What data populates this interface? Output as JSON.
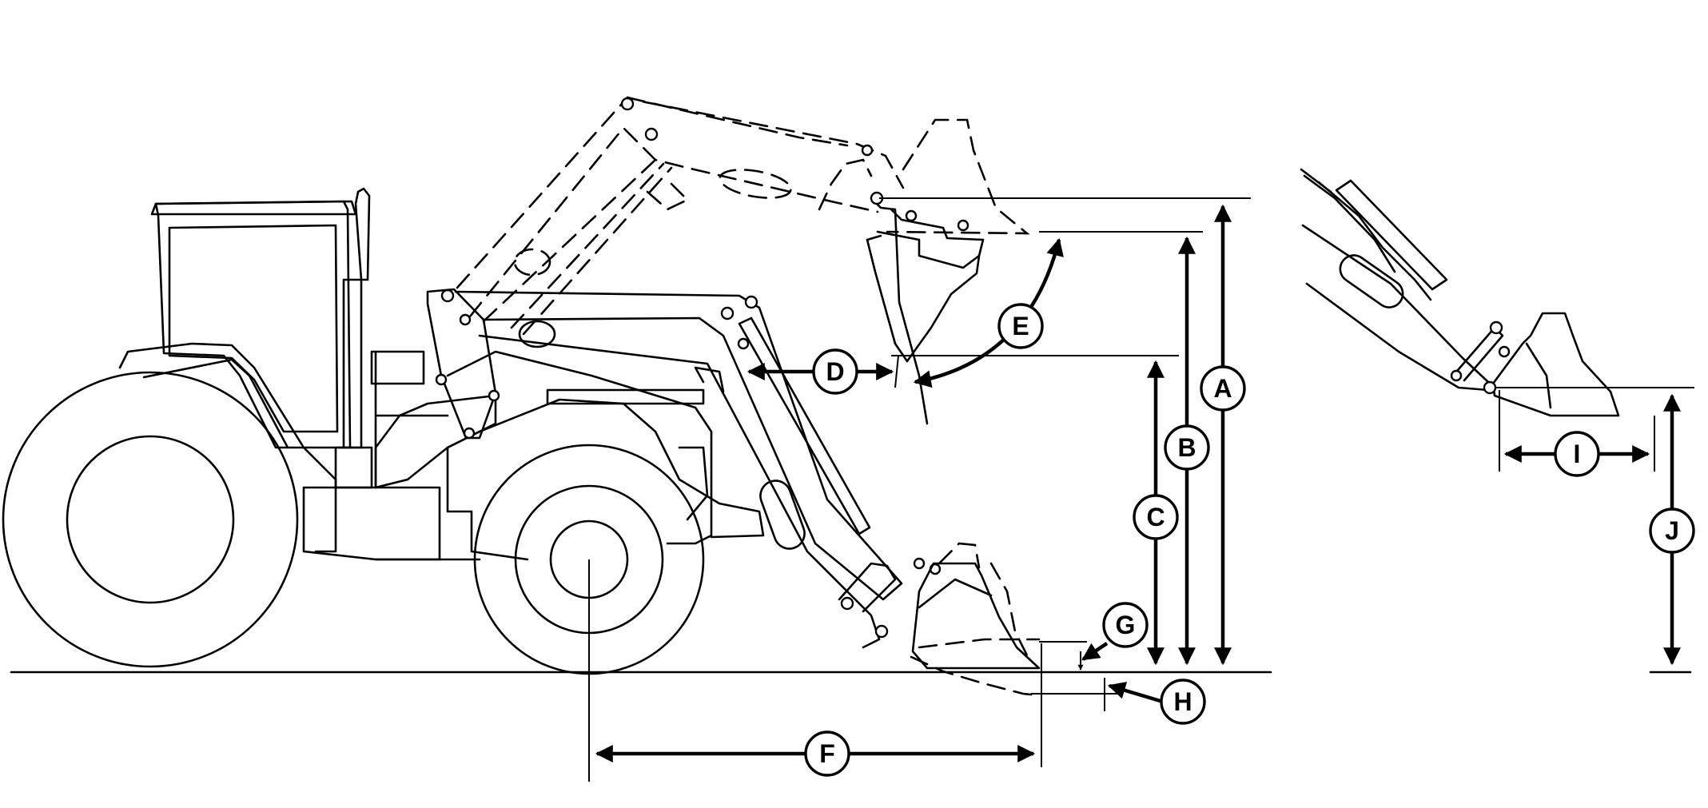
{
  "callouts": {
    "a": "A",
    "b": "B",
    "c": "C",
    "d": "D",
    "e": "E",
    "f": "F",
    "g": "G",
    "h": "H",
    "i": "I",
    "j": "J"
  },
  "colors": {
    "line": "#000000",
    "background": "#ffffff"
  }
}
